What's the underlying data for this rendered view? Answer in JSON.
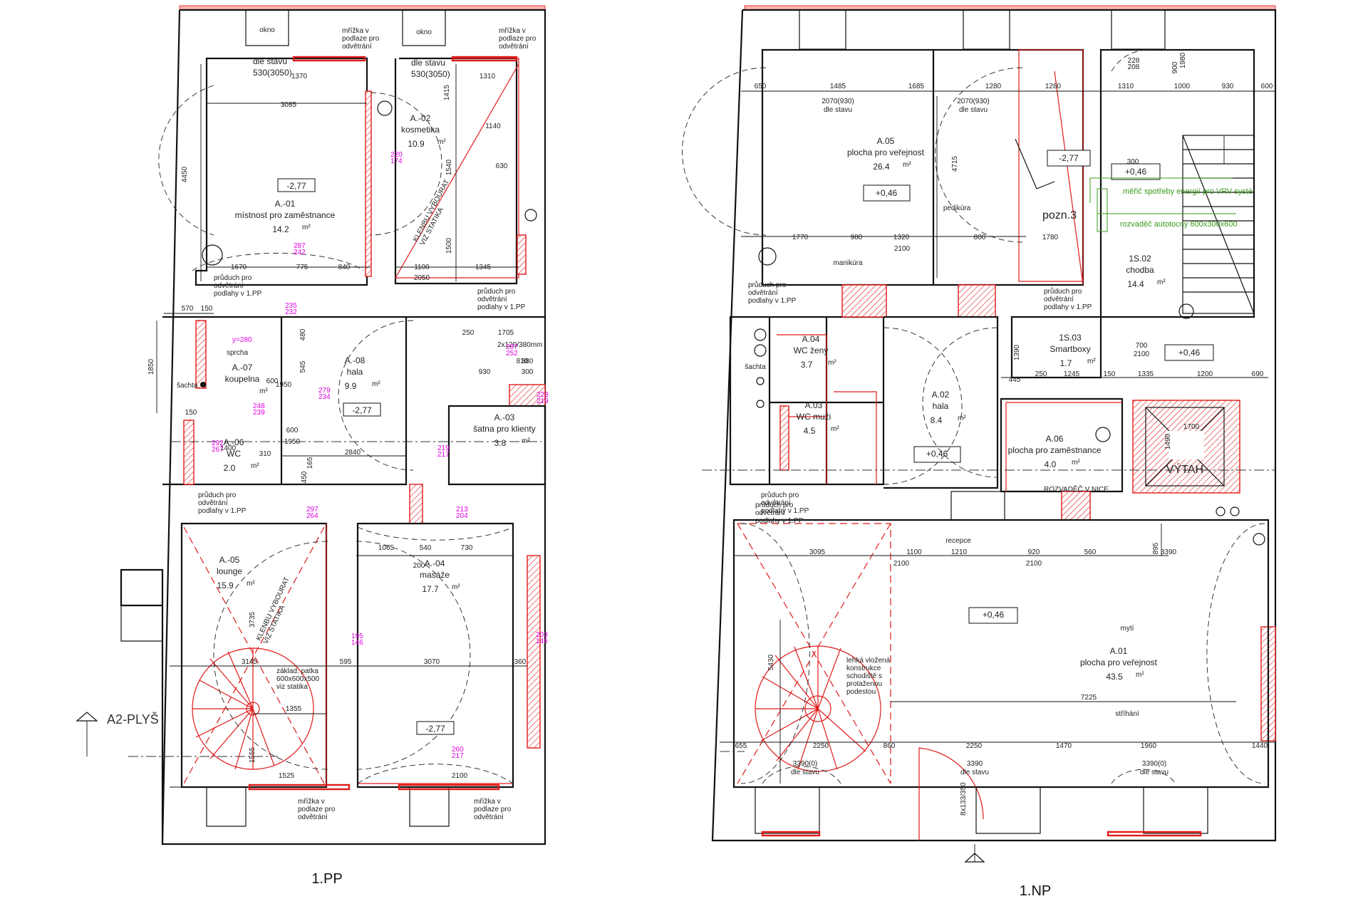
{
  "titles": {
    "left": "1.PP",
    "right": "1.NP"
  },
  "section_marker": "A2-PLYŠ",
  "pp": {
    "top_labels": {
      "okno_1": "okno",
      "okno_2": "okno",
      "mrizka_1": "mřížka v\npodlaze pro\nodvětrání",
      "mrizka_2": "mřížka v\npodlaze pro\nodvětrání",
      "mrizka_3": "mřížka v\npodlaze pro\nodvětrání",
      "mrizka_4": "mřížka v\npodlaze pro\nodvětrání",
      "dle_stavu_1": "dle stavu\n530(3050)",
      "dle_stavu_2": "dle stavu\n530(3050)"
    },
    "rooms": [
      {
        "id": "A.-01",
        "name": "místnost pro zaměstnance",
        "area": "14.2",
        "unit": "m²"
      },
      {
        "id": "A.-02",
        "name": "kosmetika",
        "area": "10.9",
        "unit": "m²"
      },
      {
        "id": "A.-08",
        "name": "hala",
        "area": "9.9",
        "unit": "m²"
      },
      {
        "id": "A.-07",
        "name": "koupelna",
        "area": "",
        "unit": "m²"
      },
      {
        "id": "A.-06",
        "name": "WC",
        "area": "2.0",
        "unit": "m²"
      },
      {
        "id": "A.-03",
        "name": "šatna pro klienty",
        "area": "3.8",
        "unit": "m²"
      },
      {
        "id": "A.-05",
        "name": "lounge",
        "area": "15.9",
        "unit": "m²"
      },
      {
        "id": "A.-04",
        "name": "masáže",
        "area": "17.7",
        "unit": "m²"
      }
    ],
    "levels": [
      "-2,77",
      "-2,77",
      "-2,77"
    ],
    "notes": {
      "pruduch_1": "průduch pro\nodvětrání\npodlahy v 1.PP",
      "pruduch_2": "průduch pro\nodvětrání\npodlahy v 1.PP",
      "pruduch_3": "průduch pro\nodvětrání\npodlahy v 1.PP",
      "klenbu_1": "KLENBU VYBOURAT\nVIZ STATIKA",
      "klenbu_2": "KLENBU VYBOURAT\nVIZ STATIKA",
      "sachta": "šachta",
      "sprcha": "sprcha",
      "zaklad": "základ. patka\n600x600x500\nviz statika",
      "otvor": "2x120/380mm"
    },
    "dims": [
      "1370",
      "3085",
      "1310",
      "1140",
      "630",
      "4450",
      "1415",
      "1540",
      "1500",
      "1670",
      "775",
      "840",
      "1100",
      "1345",
      "2050",
      "570",
      "150",
      "1850",
      "150",
      "480",
      "545",
      "1705",
      "250",
      "930",
      "810",
      "380",
      "300",
      "2840",
      "165",
      "450",
      "310",
      "1400",
      "1065",
      "540",
      "730",
      "3070",
      "360",
      "595",
      "3145",
      "1355",
      "3735",
      "1555",
      "1525",
      "2100",
      "1950",
      "600",
      "1950",
      "600",
      "200"
    ],
    "heights": [
      "220\n174",
      "287\n242",
      "235\n232",
      "y=280",
      "279\n234",
      "248\n239",
      "223\n219",
      "292\n267",
      "219\n217",
      "297\n264",
      "213\n204",
      "195\n146",
      "203\n146",
      "260\n217",
      "287\n252"
    ]
  },
  "np": {
    "rooms": [
      {
        "id": "A.05",
        "name": "plocha pro veřejnost",
        "area": "26.4",
        "unit": "m²"
      },
      {
        "id": "1S.02",
        "name": "chodba",
        "area": "14.4",
        "unit": "m²"
      },
      {
        "id": "A.04",
        "name": "WC ženy",
        "area": "3.7",
        "unit": "m²"
      },
      {
        "id": "A.03",
        "name": "WC muži",
        "area": "4.5",
        "unit": "m²"
      },
      {
        "id": "A.02",
        "name": "hala",
        "area": "8.4",
        "unit": "m²"
      },
      {
        "id": "1S.03",
        "name": "Smartboxy",
        "area": "1.7",
        "unit": "m²"
      },
      {
        "id": "A.06",
        "name": "plocha pro zaměstnance",
        "area": "4.0",
        "unit": "m²"
      },
      {
        "id": "A.01",
        "name": "plocha pro veřejnost",
        "area": "43.5",
        "unit": "m²"
      }
    ],
    "levels": [
      "+0,46",
      "+0,46",
      "+0,46",
      "+0,46",
      "+0,46",
      "-2,77"
    ],
    "notes": {
      "manikura": "manikúra",
      "pedikura": "pedikúra",
      "pozn": "pozn.3",
      "meric": "měřič spotřeby energií pro VRV systé",
      "rozvadec": "rozvaděč autotocny 600x300x600",
      "rozvadec_nice": "ROZVADĚČ V NICE",
      "vytah": "VÝTAH",
      "recepce": "recepce",
      "myti": "mytí",
      "strihani": "stříhání",
      "sachta": "šachta",
      "schodiste": "lehká vložená\nkonstrukce\nschodiště s\nprotaženou\npodestou",
      "pruduch_1": "průduch pro\nodvětrání\npodlahy v 1.PP",
      "pruduch_2": "průduch pro\nodvětrání\npodlahy v 1.PP",
      "pruduch_3": "průduch pro\nodvětrání\npodlahy v 1.PP",
      "pruduch_4": "průduch pro\nodvětrání\npodlahy v 1.PP",
      "stair": "8x133/350",
      "dle_stavu_1": "2070(930)\ndle stavu",
      "dle_stavu_2": "2070(930)\ndle stavu",
      "dle_stavu_3": "3390(0)\ndle stavu",
      "dle_stavu_4": "3390\ndle stavu",
      "dle_stavu_5": "3390(0)\ndle stavu"
    },
    "dims": [
      "650",
      "1485",
      "1685",
      "1280",
      "1280",
      "1310",
      "1000",
      "930",
      "600",
      "4715",
      "1770",
      "980",
      "1320",
      "800",
      "1780",
      "2100",
      "228",
      "208",
      "900",
      "1980",
      "1390",
      "445",
      "250",
      "1245",
      "150",
      "1335",
      "1200",
      "690",
      "1700",
      "1490",
      "700",
      "2100",
      "3095",
      "1100",
      "1210",
      "920",
      "560",
      "3390",
      "895",
      "2100",
      "2100",
      "5430",
      "7225",
      "655",
      "2250",
      "860",
      "2250",
      "1470",
      "1960",
      "1440",
      "300"
    ]
  },
  "colors": {
    "wall": "#111111",
    "new_construction": "#e01a1a",
    "height_marks": "#e000e0",
    "tech_notes": "#3a9a1a",
    "roof_edge": "#ff9a9a"
  }
}
